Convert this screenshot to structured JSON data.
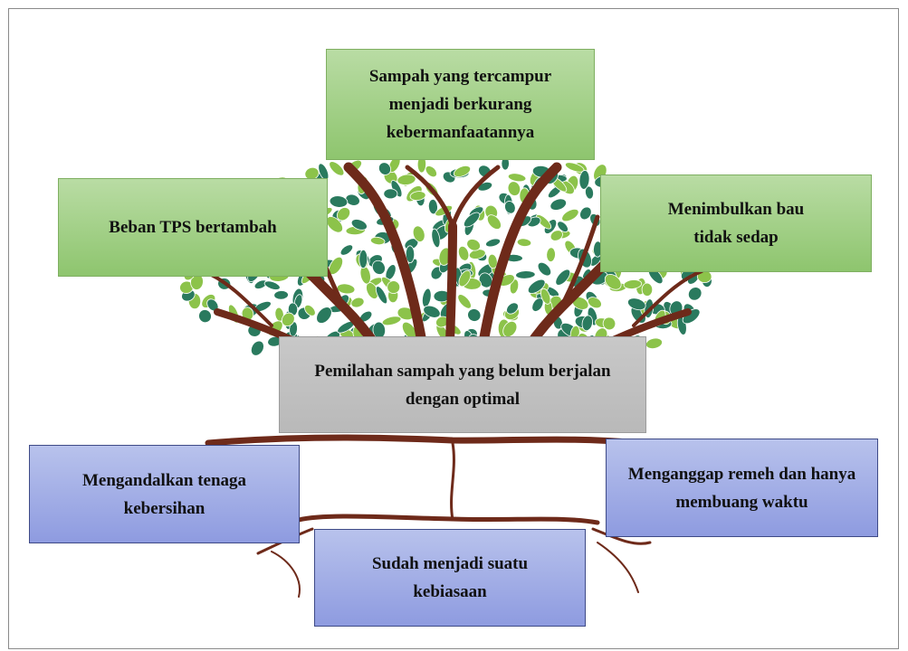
{
  "boxes": {
    "top_center": "Sampah yang tercampur menjadi berkurang kebermanfaatannya",
    "top_left": "Beban TPS bertambah",
    "top_right": "Menimbulkan bau tidak sedap",
    "core": "Pemilahan sampah yang belum berjalan dengan optimal",
    "root_left": "Mengandalkan tenaga kebersihan",
    "root_right": "Menganggap remeh dan hanya membuang waktu",
    "root_bottom": "Sudah menjadi suatu kebiasaan"
  },
  "colors": {
    "effect_box": "#9fcf84",
    "core_box": "#bfbfbf",
    "cause_box": "#9aa6e4",
    "trunk": "#6e2a1a",
    "leaf_dark": "#2a7a5e",
    "leaf_light": "#8cc34a"
  }
}
